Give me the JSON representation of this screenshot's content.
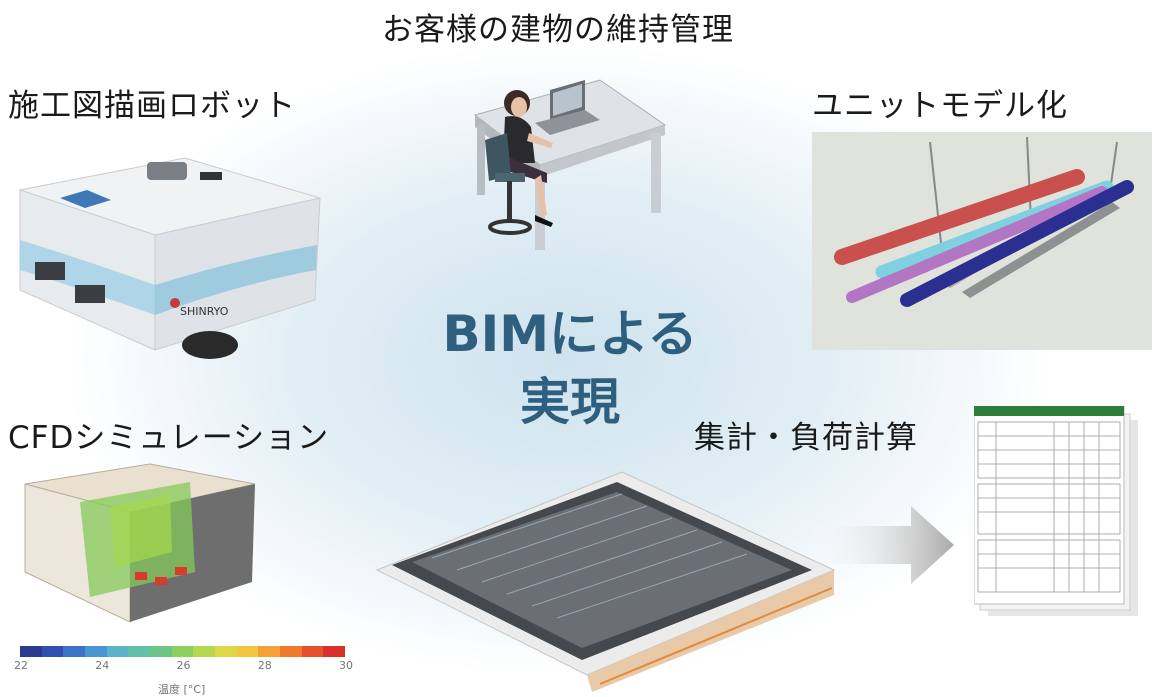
{
  "labels": {
    "maintenance": "お客様の建物の維持管理",
    "robot": "施工図描画ロボット",
    "unit_model": "ユニットモデル化",
    "cfd": "CFDシミュレーション",
    "calc": "集計・負荷計算"
  },
  "center": {
    "line1": "BIMによる",
    "line2": "実現"
  },
  "robot_brand": "SHINRYO",
  "cfd_scale": {
    "ticks": [
      "22",
      "24",
      "26",
      "28",
      "30"
    ],
    "unit_label": "温度 [°C]",
    "colors": [
      "#2b3a8f",
      "#3050b0",
      "#3a73c8",
      "#4a96d0",
      "#5ab3c8",
      "#62c0a8",
      "#6cc484",
      "#8ccf5e",
      "#b6d84c",
      "#dcd847",
      "#f2c63f",
      "#f4a235",
      "#ef7a2e",
      "#e5512a",
      "#d9302a"
    ]
  },
  "colors": {
    "accent": "#2f5f7e",
    "pipe_red": "#c9504d",
    "pipe_cyan": "#7fd0e0",
    "pipe_purple": "#b276c4",
    "pipe_navy": "#2b2f8f",
    "arrow": "#b0b0b0"
  }
}
